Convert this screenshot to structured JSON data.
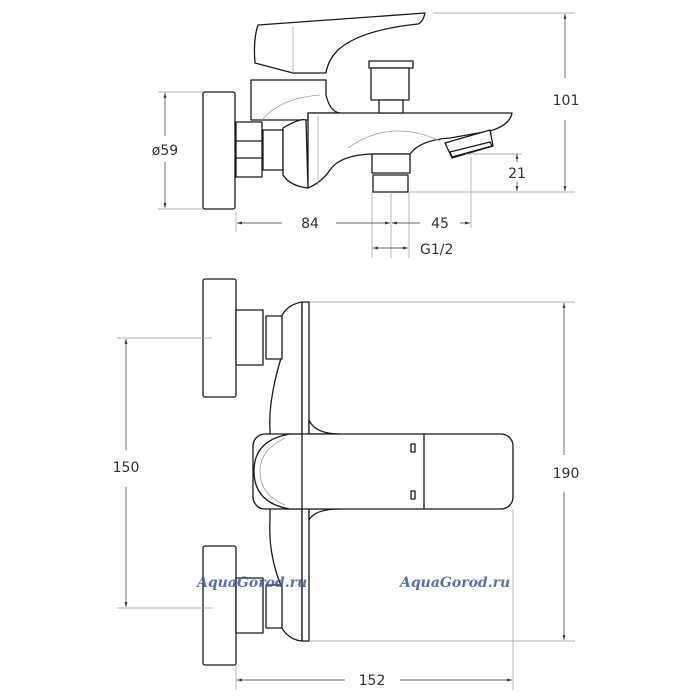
{
  "side_view": {
    "dimensions": {
      "height_total": "101",
      "outlet_height": "21",
      "flange_diameter": "ø59",
      "wall_to_outlet": "84",
      "outlet_to_spout": "45",
      "thread": "G1/2"
    }
  },
  "front_view": {
    "dimensions": {
      "eccentric_spacing": "150",
      "body_height": "190",
      "total_depth": "152"
    }
  },
  "watermarks": [
    "AquaGorod.ru",
    "AquaGorod.ru"
  ],
  "colors": {
    "line": "#1a1a1a",
    "dimension": "#333333",
    "watermark": "#3a5aa8"
  }
}
